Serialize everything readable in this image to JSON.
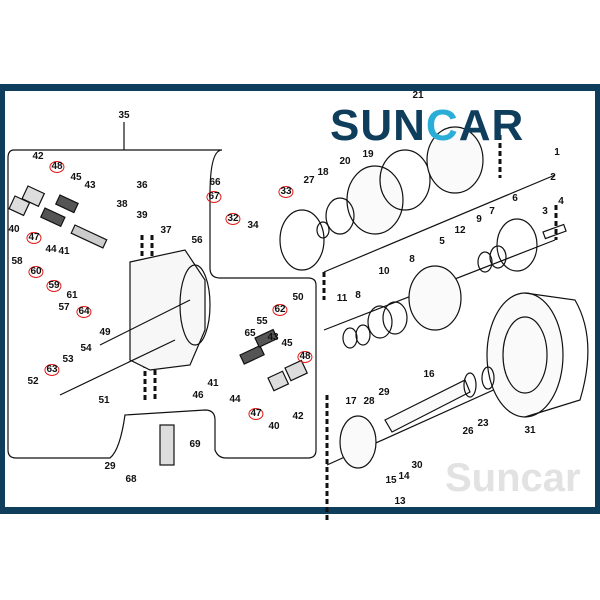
{
  "brand": {
    "logo_text_part1": "SUN",
    "logo_text_part2": "C",
    "logo_text_part3": "AR",
    "watermark": "Suncar",
    "primary_color": "#0f3d5c",
    "accent_color": "#2aaed8",
    "highlight_color": "#e01b1b"
  },
  "parts": [
    {
      "number": "35",
      "highlighted": false
    },
    {
      "number": "42",
      "highlighted": false
    },
    {
      "number": "48",
      "highlighted": true
    },
    {
      "number": "45",
      "highlighted": false
    },
    {
      "number": "43",
      "highlighted": false
    },
    {
      "number": "36",
      "highlighted": false
    },
    {
      "number": "38",
      "highlighted": false
    },
    {
      "number": "39",
      "highlighted": false
    },
    {
      "number": "37",
      "highlighted": false
    },
    {
      "number": "40",
      "highlighted": false
    },
    {
      "number": "47",
      "highlighted": true
    },
    {
      "number": "44",
      "highlighted": false
    },
    {
      "number": "41",
      "highlighted": false
    },
    {
      "number": "66",
      "highlighted": false
    },
    {
      "number": "67",
      "highlighted": true
    },
    {
      "number": "32",
      "highlighted": true
    },
    {
      "number": "34",
      "highlighted": false
    },
    {
      "number": "56",
      "highlighted": false
    },
    {
      "number": "33",
      "highlighted": true
    },
    {
      "number": "27",
      "highlighted": false
    },
    {
      "number": "18",
      "highlighted": false
    },
    {
      "number": "20",
      "highlighted": false
    },
    {
      "number": "19",
      "highlighted": false
    },
    {
      "number": "21",
      "highlighted": false
    },
    {
      "number": "1",
      "highlighted": false
    },
    {
      "number": "2",
      "highlighted": false
    },
    {
      "number": "3",
      "highlighted": false
    },
    {
      "number": "4",
      "highlighted": false
    },
    {
      "number": "6",
      "highlighted": false
    },
    {
      "number": "7",
      "highlighted": false
    },
    {
      "number": "9",
      "highlighted": false
    },
    {
      "number": "12",
      "highlighted": false
    },
    {
      "number": "5",
      "highlighted": false
    },
    {
      "number": "8",
      "highlighted": false
    },
    {
      "number": "10",
      "highlighted": false
    },
    {
      "number": "11",
      "highlighted": false
    },
    {
      "number": "8",
      "highlighted": false
    },
    {
      "number": "58",
      "highlighted": false
    },
    {
      "number": "60",
      "highlighted": true
    },
    {
      "number": "59",
      "highlighted": true
    },
    {
      "number": "61",
      "highlighted": false
    },
    {
      "number": "57",
      "highlighted": false
    },
    {
      "number": "64",
      "highlighted": true
    },
    {
      "number": "50",
      "highlighted": false
    },
    {
      "number": "62",
      "highlighted": true
    },
    {
      "number": "55",
      "highlighted": false
    },
    {
      "number": "49",
      "highlighted": false
    },
    {
      "number": "65",
      "highlighted": false
    },
    {
      "number": "43",
      "highlighted": false
    },
    {
      "number": "45",
      "highlighted": false
    },
    {
      "number": "48",
      "highlighted": true
    },
    {
      "number": "54",
      "highlighted": false
    },
    {
      "number": "53",
      "highlighted": false
    },
    {
      "number": "63",
      "highlighted": true
    },
    {
      "number": "52",
      "highlighted": false
    },
    {
      "number": "51",
      "highlighted": false
    },
    {
      "number": "46",
      "highlighted": false
    },
    {
      "number": "41",
      "highlighted": false
    },
    {
      "number": "44",
      "highlighted": false
    },
    {
      "number": "47",
      "highlighted": true
    },
    {
      "number": "40",
      "highlighted": false
    },
    {
      "number": "42",
      "highlighted": false
    },
    {
      "number": "69",
      "highlighted": false
    },
    {
      "number": "29",
      "highlighted": false
    },
    {
      "number": "68",
      "highlighted": false
    },
    {
      "number": "16",
      "highlighted": false
    },
    {
      "number": "17",
      "highlighted": false
    },
    {
      "number": "28",
      "highlighted": false
    },
    {
      "number": "29",
      "highlighted": false
    },
    {
      "number": "26",
      "highlighted": false
    },
    {
      "number": "23",
      "highlighted": false
    },
    {
      "number": "31",
      "highlighted": false
    },
    {
      "number": "30",
      "highlighted": false
    },
    {
      "number": "14",
      "highlighted": false
    },
    {
      "number": "15",
      "highlighted": false
    },
    {
      "number": "13",
      "highlighted": false
    }
  ]
}
